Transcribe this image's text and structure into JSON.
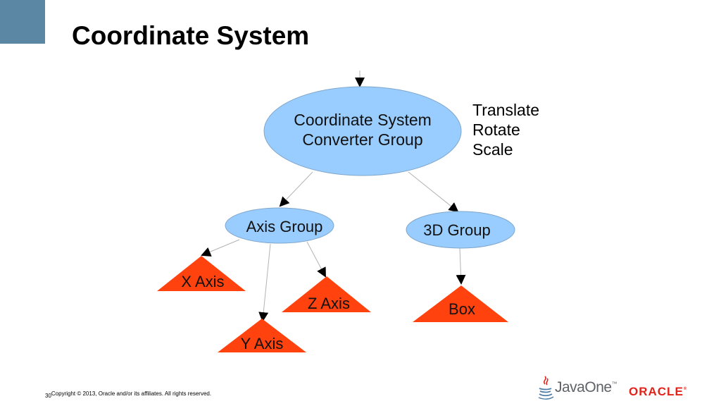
{
  "title": "Coordinate System",
  "colors": {
    "accent_block": "#5b87a4",
    "ellipse_fill": "#99ccff",
    "ellipse_stroke": "#7fa6c9",
    "triangle_fill": "#ff420e",
    "edge_color": "#b3b3b3"
  },
  "nodes": {
    "root": {
      "line1": "Coordinate System",
      "line2": "Converter Group"
    },
    "axis_group": "Axis Group",
    "group_3d": "3D Group",
    "x_axis": "X Axis",
    "y_axis": "Y Axis",
    "z_axis": "Z Axis",
    "box": "Box"
  },
  "transform_notes": [
    "Translate",
    "Rotate",
    "Scale"
  ],
  "footer": {
    "page_number": "30",
    "copyright": "Copyright © 2013, Oracle and/or its affiliates. All rights reserved."
  },
  "logos": {
    "javaone": "JavaOne",
    "javaone_tm": "™",
    "oracle": "ORACLE",
    "oracle_tm": "®"
  }
}
